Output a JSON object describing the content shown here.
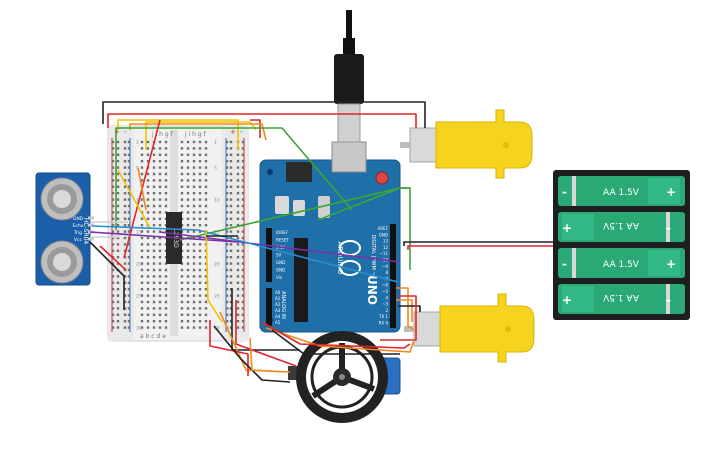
{
  "sensor": {
    "model_label": "HC-SR04",
    "pins": [
      "GND",
      "Echo",
      "Trig",
      "Vcc"
    ]
  },
  "breadboard": {
    "col_letters_top": "j i h g f",
    "col_letters_bottom": "a b c d e",
    "rail_plus": "+",
    "rail_minus": "-",
    "row_numbers": [
      "1",
      "5",
      "10",
      "15",
      "20",
      "25",
      "30"
    ]
  },
  "driver_chip": {
    "label": "L293D"
  },
  "arduino": {
    "brand": "ARDUINO",
    "model": "UNO",
    "power_header_labels": [
      "IOREF",
      "RESET",
      "3.3V",
      "5V",
      "GND",
      "GND",
      "Vin"
    ],
    "analog_header_label": "ANALOG IN",
    "analog_pins": [
      "A0",
      "A1",
      "A2",
      "A3",
      "A4",
      "A5"
    ],
    "digital_header_label": "DIGITAL (PWM ~)",
    "digital_pins": [
      "AREF",
      "GND",
      "13",
      "12",
      "~11",
      "~10",
      "~9",
      "8",
      "7",
      "~6",
      "~5",
      "4",
      "~3",
      "2",
      "TX 1",
      "RX 0"
    ]
  },
  "battery_pack": {
    "cells": [
      {
        "label": "AA 1.5V",
        "left_symbol": "-",
        "right_symbol": "+",
        "flipped": false
      },
      {
        "label": "AA 1.5V",
        "left_symbol": "+",
        "right_symbol": "-",
        "flipped": true
      },
      {
        "label": "AA 1.5V",
        "left_symbol": "-",
        "right_symbol": "+",
        "flipped": false
      },
      {
        "label": "AA 1.5V",
        "left_symbol": "+",
        "right_symbol": "-",
        "flipped": true
      }
    ]
  },
  "colors": {
    "wire_red": "#e0262a",
    "wire_black": "#222222",
    "wire_green": "#3aa635",
    "wire_yellow": "#f2c200",
    "wire_orange": "#f08a1c",
    "wire_purple": "#7b2fa8",
    "wire_blue": "#2a8fd0",
    "wire_white": "#dddddd",
    "arduino_board": "#1f6fa8",
    "battery_cell": "#2aa876",
    "motor_yellow": "#f5d31f",
    "sensor_blue": "#1b5faa"
  }
}
